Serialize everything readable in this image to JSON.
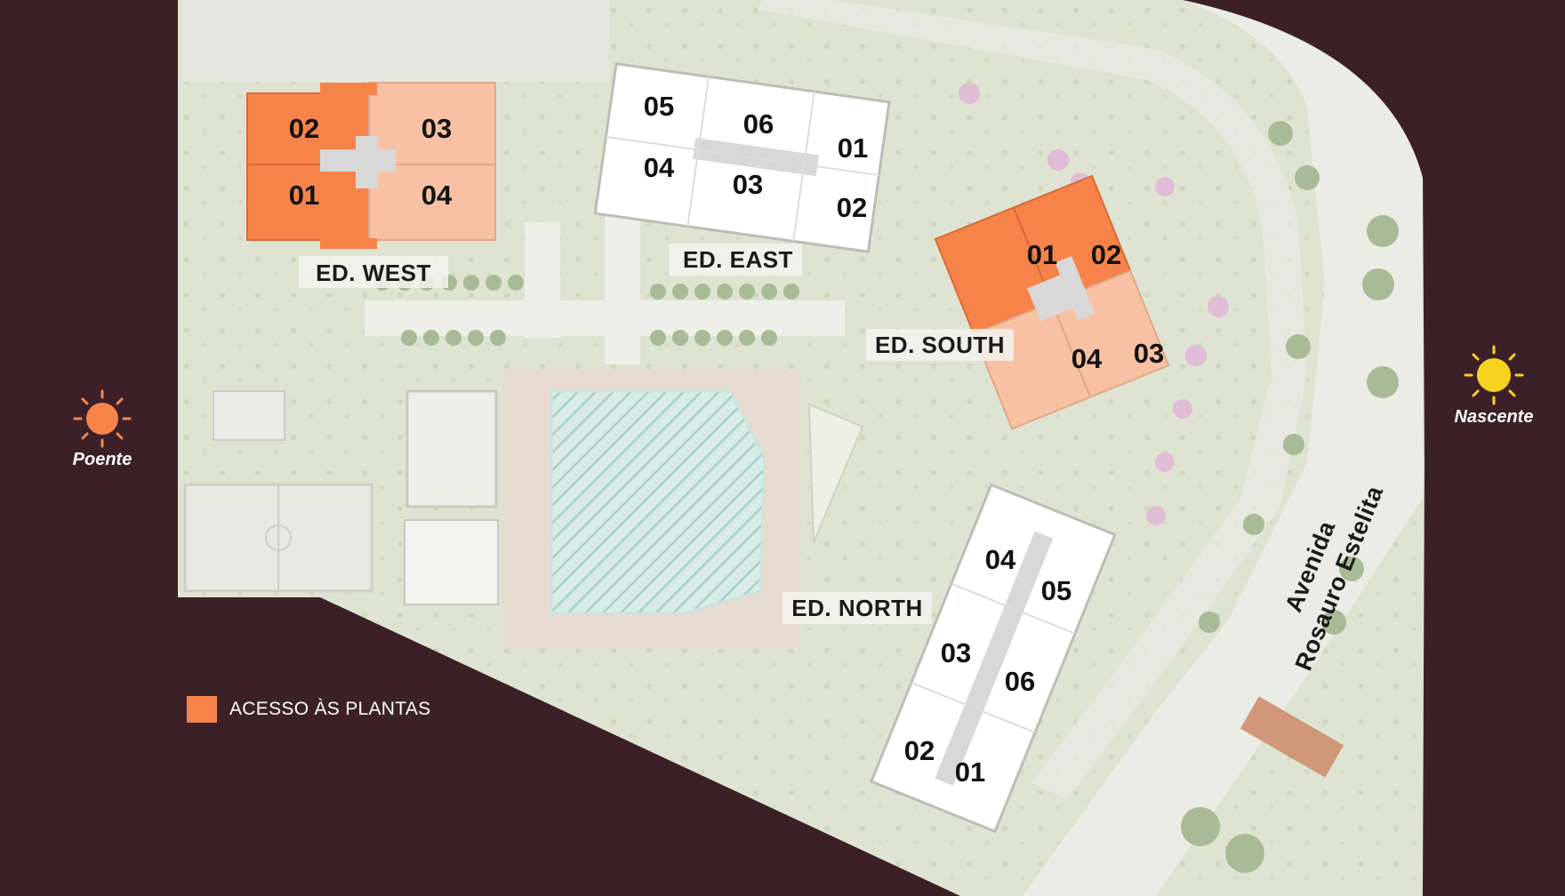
{
  "colors": {
    "background": "#3b2127",
    "site": "#e4e6dc",
    "access_primary": "#f6844a",
    "access_secondary": "#f8c1a3",
    "unit_default": "#ffffff",
    "sun_poente": "#f6844a",
    "sun_nascente": "#f7d320"
  },
  "compass": {
    "poente": {
      "label": "Poente",
      "icon": "sun-icon"
    },
    "nascente": {
      "label": "Nascente",
      "icon": "sun-icon"
    }
  },
  "road": {
    "line1": "Avenida",
    "line2": "Rosauro Estelita"
  },
  "legend": {
    "label": "ACESSO ÀS PLANTAS"
  },
  "buildings": {
    "west": {
      "name": "ED. WEST",
      "units": [
        "02",
        "03",
        "01",
        "04"
      ],
      "access": true
    },
    "east": {
      "name": "ED. EAST",
      "units": [
        "05",
        "06",
        "01",
        "04",
        "03",
        "02"
      ],
      "access": false
    },
    "south": {
      "name": "ED. SOUTH",
      "units": [
        "01",
        "02",
        "04",
        "03"
      ],
      "access": true
    },
    "north": {
      "name": "ED. NORTH",
      "units": [
        "04",
        "05",
        "03",
        "06",
        "02",
        "01"
      ],
      "access": false
    }
  }
}
